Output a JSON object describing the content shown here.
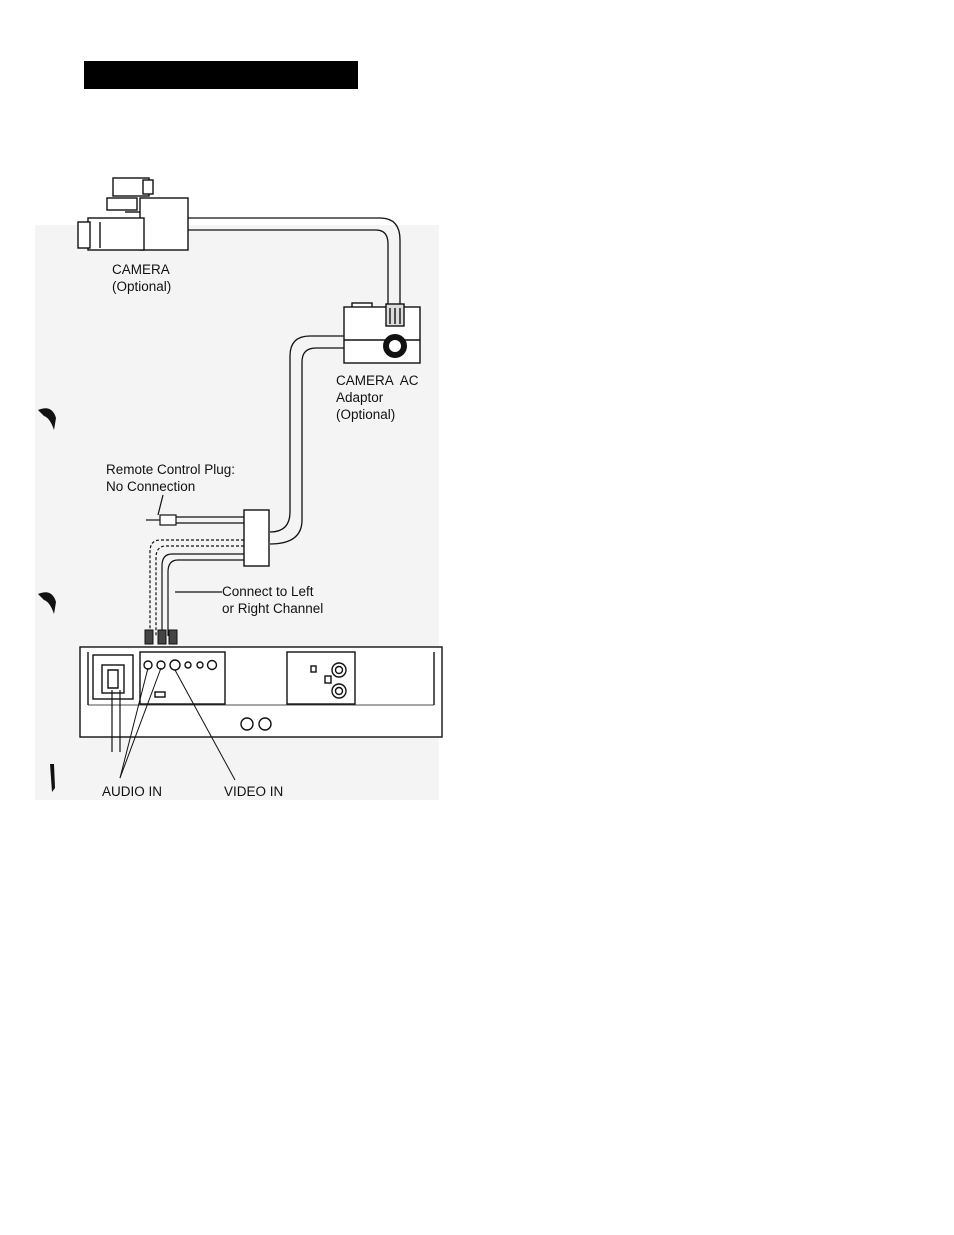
{
  "colors": {
    "ink": "#111111",
    "shade": "#f2f2f2",
    "paper": "#ffffff"
  },
  "labels": {
    "camera": {
      "line1": "CAMERA",
      "line2": "(Optional)"
    },
    "camera_ac_adaptor": {
      "line1": "CAMERA  AC",
      "line2": "Adaptor",
      "line3": "(Optional)"
    },
    "remote_control_plug": {
      "line1": "Remote Control Plug:",
      "line2": "No Connection"
    },
    "connect_channel": {
      "line1": "Connect to Left",
      "line2": "or Right Channel"
    },
    "audio_in": "AUDIO IN",
    "video_in": "VIDEO IN"
  }
}
